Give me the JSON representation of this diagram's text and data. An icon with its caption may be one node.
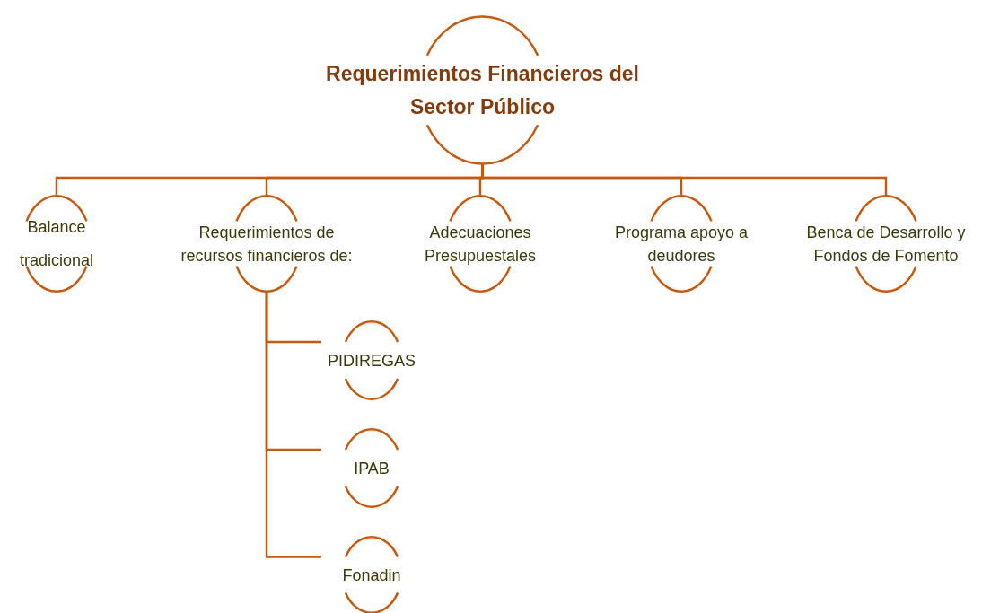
{
  "diagram": {
    "nodes": [
      {
        "text": [
          "Requerimientos Financieros del Sector Público"
        ]
      },
      {
        "text": [
          "Balance tradicional"
        ]
      },
      {
        "text": [
          "Requerimientos de recursos financieros de:"
        ]
      },
      {
        "text": [
          "Adecuaciones Presupuestales"
        ]
      },
      {
        "text": [
          "Programa apoyo a deudores"
        ]
      },
      {
        "text": [
          "Benca de Desarrollo y Fondos de Fomento"
        ]
      },
      {
        "text": [
          "PIDIREGAS"
        ]
      },
      {
        "text": [
          "IPAB"
        ]
      },
      {
        "text": [
          "Fonadin"
        ]
      }
    ],
    "edges": [
      {
        "from": 0,
        "to": 1,
        "arrow": "none"
      },
      {
        "from": 0,
        "to": 2,
        "arrow": "none"
      },
      {
        "from": 0,
        "to": 3,
        "arrow": "none"
      },
      {
        "from": 0,
        "to": 4,
        "arrow": "none"
      },
      {
        "from": 0,
        "to": 5,
        "arrow": "none"
      },
      {
        "from": 2,
        "to": 6,
        "arrow": "none"
      },
      {
        "from": 2,
        "to": 7,
        "arrow": "none"
      },
      {
        "from": 2,
        "to": 8,
        "arrow": "none"
      }
    ]
  }
}
